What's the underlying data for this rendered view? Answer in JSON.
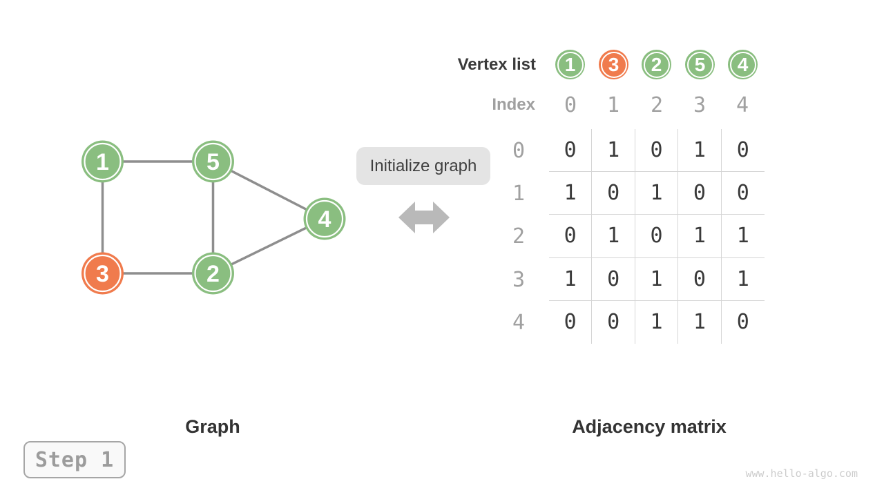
{
  "colors": {
    "green": "#8ABE80",
    "orange": "#F07B4D",
    "edge": "#8E8E8E",
    "grid": "#D5D5D5",
    "text_dark": "#3A3A3A",
    "text_gray": "#A0A0A0",
    "caption": "#333333",
    "init_bg": "#E4E4E4",
    "init_text": "#3F3F3F",
    "arrow": "#B9B9B9",
    "step_bg": "#F9F9F9",
    "step_border": "#A6A6A6",
    "step_text": "#9C9C9C",
    "watermark": "#CCCCCC"
  },
  "graph": {
    "caption": "Graph",
    "nodes": [
      {
        "label": "1",
        "color": "green"
      },
      {
        "label": "5",
        "color": "green"
      },
      {
        "label": "4",
        "color": "green"
      },
      {
        "label": "3",
        "color": "orange"
      },
      {
        "label": "2",
        "color": "green"
      }
    ],
    "edges": [
      [
        "1",
        "5"
      ],
      [
        "1",
        "3"
      ],
      [
        "5",
        "2"
      ],
      [
        "3",
        "2"
      ],
      [
        "5",
        "4"
      ],
      [
        "2",
        "4"
      ]
    ]
  },
  "transform": {
    "label": "Initialize graph",
    "arrow_icon": "left-right-arrow"
  },
  "vertex_list": {
    "label": "Vertex list",
    "items": [
      {
        "value": "1",
        "color": "green"
      },
      {
        "value": "3",
        "color": "orange"
      },
      {
        "value": "2",
        "color": "green"
      },
      {
        "value": "5",
        "color": "green"
      },
      {
        "value": "4",
        "color": "green"
      }
    ]
  },
  "index_row": {
    "label": "Index",
    "values": [
      "0",
      "1",
      "2",
      "3",
      "4"
    ]
  },
  "matrix": {
    "caption": "Adjacency matrix",
    "row_labels": [
      "0",
      "1",
      "2",
      "3",
      "4"
    ],
    "rows": [
      [
        "0",
        "1",
        "0",
        "1",
        "0"
      ],
      [
        "1",
        "0",
        "1",
        "0",
        "0"
      ],
      [
        "0",
        "1",
        "0",
        "1",
        "1"
      ],
      [
        "1",
        "0",
        "1",
        "0",
        "1"
      ],
      [
        "0",
        "0",
        "1",
        "1",
        "0"
      ]
    ]
  },
  "step": {
    "label": "Step 1"
  },
  "watermark": "www.hello-algo.com"
}
